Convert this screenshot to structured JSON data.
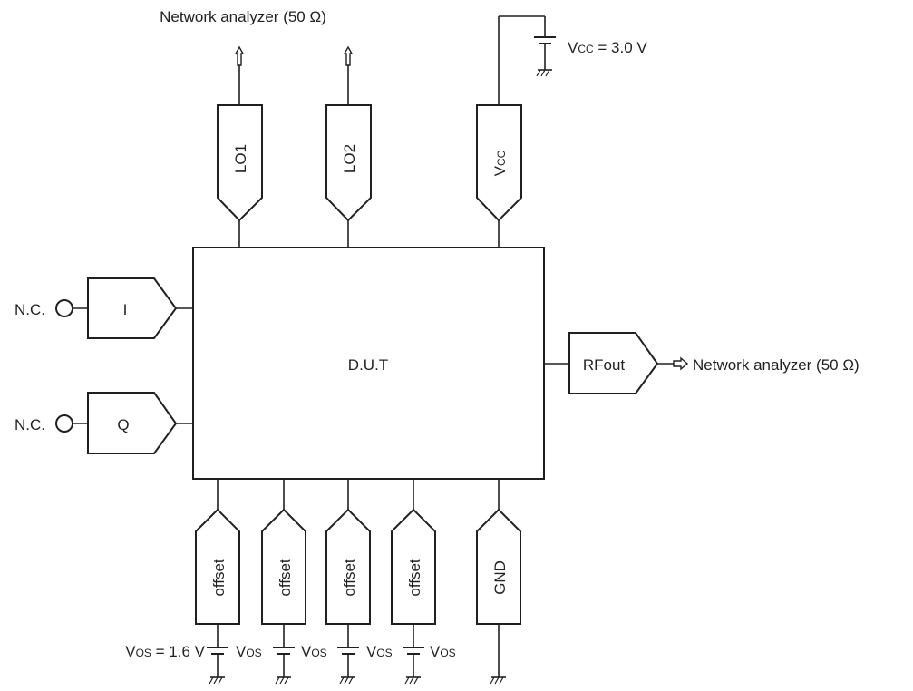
{
  "top_note": "Network analyzer (50 Ω)",
  "right_note": "Network analyzer (50 Ω)",
  "supply": {
    "label_main": "V",
    "label_sub": "CC",
    "label_tail": " = 3.0 V"
  },
  "dut_label": "D.U.T",
  "top_pins": [
    {
      "label": "LO1"
    },
    {
      "label": "LO2"
    },
    {
      "label_main": "V",
      "label_sub": "CC"
    }
  ],
  "left_pins": [
    {
      "label": "I",
      "nc": "N.C."
    },
    {
      "label": "Q",
      "nc": "N.C."
    }
  ],
  "right_pin": {
    "label": "RFout"
  },
  "bottom_pins": [
    {
      "label": "offset"
    },
    {
      "label": "offset"
    },
    {
      "label": "offset"
    },
    {
      "label": "offset"
    },
    {
      "label": "GND"
    }
  ],
  "vos_labels": [
    {
      "main": "V",
      "sub": "OS",
      "tail": " = 1.6 V"
    },
    {
      "main": "V",
      "sub": "OS",
      "tail": ""
    },
    {
      "main": "V",
      "sub": "OS",
      "tail": ""
    },
    {
      "main": "V",
      "sub": "OS",
      "tail": ""
    },
    {
      "main": "V",
      "sub": "OS",
      "tail": ""
    }
  ]
}
